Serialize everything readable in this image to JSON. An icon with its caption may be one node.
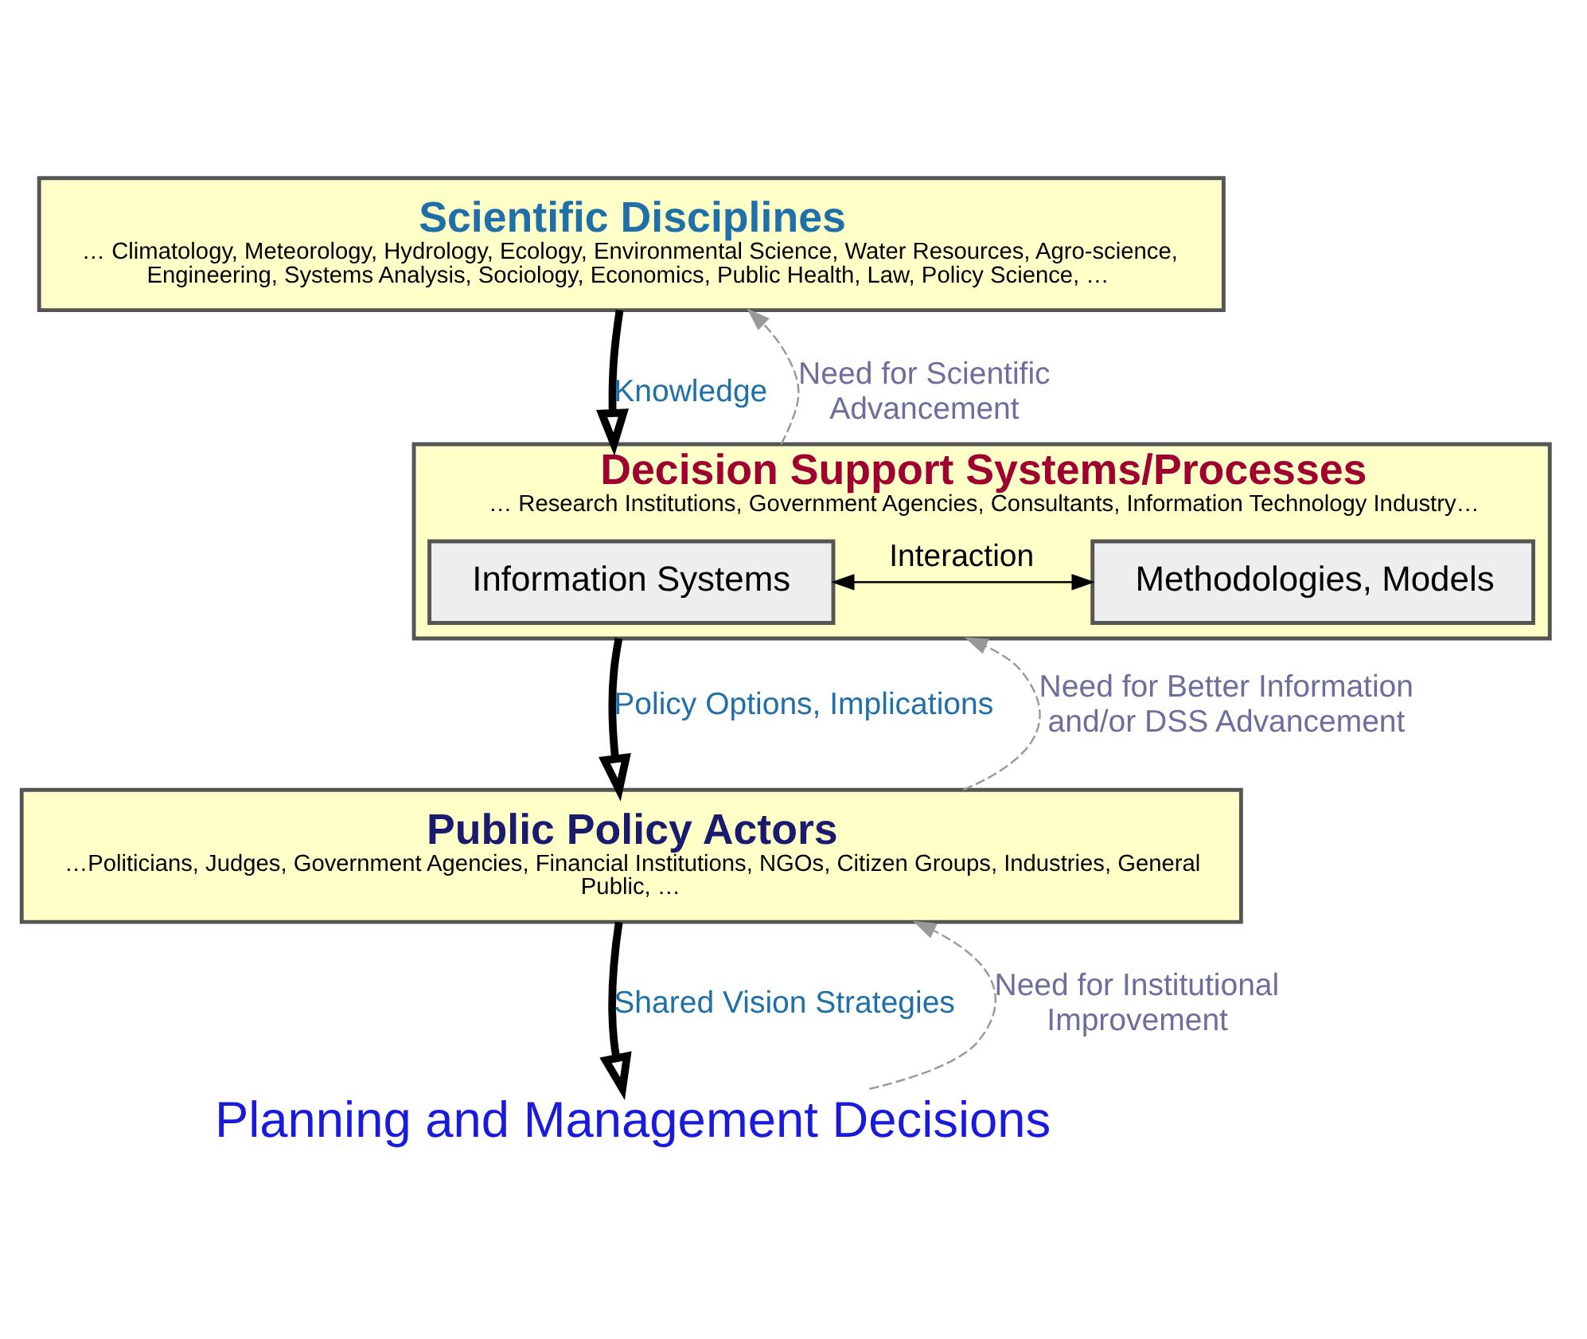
{
  "diagram": {
    "nodes": [
      {
        "text": [
          "Scientific Disciplines",
          "… Climatology, Meteorology, Hydrology, Ecology, Environmental Science, Water Resources, Agro-science, Engineering, Systems Analysis, Sociology, Economics, Public Health, Law, Policy Science, …"
        ]
      },
      {
        "text": [
          "Decision Support Systems/Processes",
          "… Research Institutions, Government Agencies, Consultants, Information Technology Industry…"
        ]
      },
      {
        "text": [
          "Information Systems"
        ],
        "in": 1
      },
      {
        "text": [
          "Methodologies, Models"
        ],
        "in": 1
      },
      {
        "text": [
          "Public Policy Actors",
          "…Politicians, Judges, Government Agencies, Financial Institutions, NGOs, Citizen Groups, Industries, General Public, …"
        ]
      },
      {
        "text": [
          "Planning and Management Decisions"
        ]
      }
    ],
    "edges": [
      {
        "from": 0,
        "to": 1,
        "arrow": "to",
        "label": "Knowledge",
        "style": "thick"
      },
      {
        "from": 1,
        "to": 0,
        "arrow": "to",
        "label": "Need for Scientific Advancement",
        "style": "dashed",
        "color": "#999999"
      },
      {
        "from": 2,
        "to": 3,
        "arrow": "both",
        "label": "Interaction"
      },
      {
        "from": 1,
        "to": 4,
        "arrow": "to",
        "label": "Policy Options, Implications",
        "style": "thick"
      },
      {
        "from": 4,
        "to": 1,
        "arrow": "to",
        "label": "Need for Better Information and/or DSS Advancement",
        "style": "dashed",
        "color": "#999999"
      },
      {
        "from": 4,
        "to": 5,
        "arrow": "to",
        "label": "Shared Vision Strategies",
        "style": "thick"
      },
      {
        "from": 5,
        "to": 4,
        "arrow": "to",
        "label": "Need for Institutional Improvement",
        "style": "dashed",
        "color": "#999999"
      }
    ]
  }
}
